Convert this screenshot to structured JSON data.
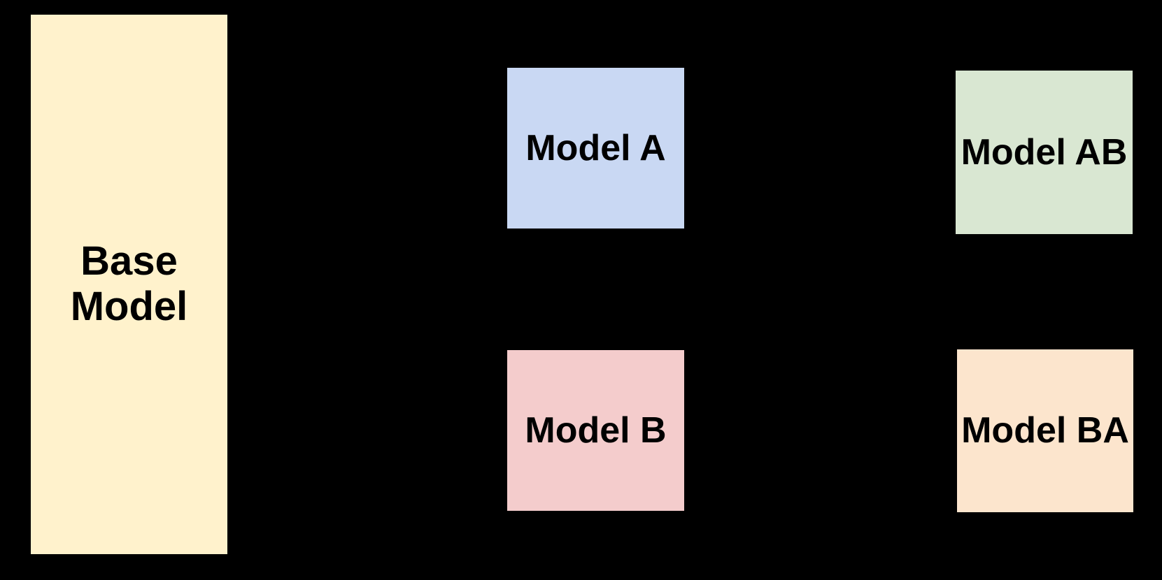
{
  "diagram": {
    "background_color": "#000000",
    "text_color": "#000000",
    "nodes": [
      {
        "id": "base-model",
        "label": "Base Model",
        "fill": "#FFF2CC"
      },
      {
        "id": "model-a",
        "label": "Model A",
        "fill": "#C9D8F3"
      },
      {
        "id": "model-b",
        "label": "Model B",
        "fill": "#F4CCCC"
      },
      {
        "id": "model-ab",
        "label": "Model AB",
        "fill": "#D9E7D2"
      },
      {
        "id": "model-ba",
        "label": "Model BA",
        "fill": "#FCE5CD"
      }
    ]
  }
}
